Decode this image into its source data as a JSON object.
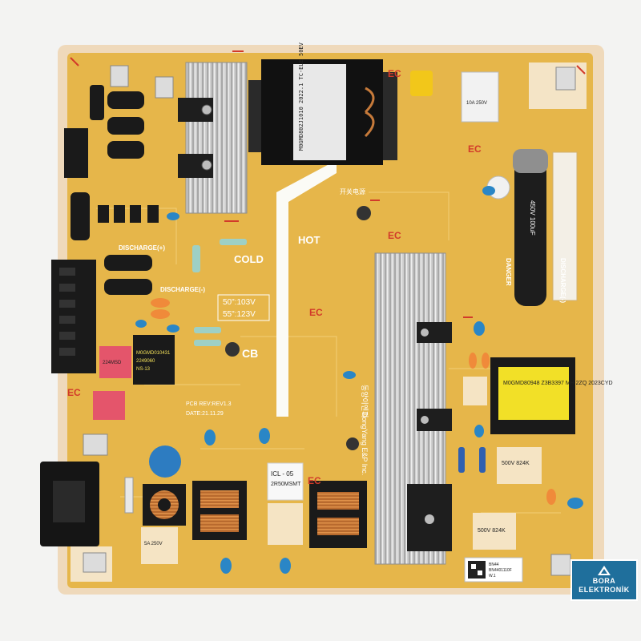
{
  "board": {
    "colors": {
      "pcb": "#e7b84d",
      "pcb_edge": "#f0dcc0",
      "heatsink": "#c7c7c7",
      "silkscreen": "#ffffff",
      "warning_red": "#d23a2a",
      "capacitor_blue": "#2a86c6",
      "label_yellow": "#f4e25a"
    },
    "silkscreen": {
      "cold": "COLD",
      "hot": "HOT",
      "cb": "CB",
      "discharge_plus": "DISCHARGE(+)",
      "discharge_minus": "DISCHARGE(-)",
      "discharge_vertical": "DISCHARGE(-)",
      "voltage_50": "50\":103V",
      "voltage_55": "55\":123V",
      "manufacturer": "DongYang E&P Inc.",
      "manufacturer_ko": "동양이엔피",
      "ec_mark": "EC",
      "pcb_rev": "PCB REV:REV1.3",
      "date": "DATE:21.11.29",
      "power_ko": "开关电源",
      "danger": "DANGER"
    },
    "component_labels": {
      "fuse_icl": "ICL - 05",
      "fuse_icl_part": "2R50MSMT",
      "transformer_text": "M0GMD802J1010 2022.1 TC-ELE 50EV",
      "inductor_text": "M0GMD80948 Z3B3397 MH 2ZQ 2023CYD",
      "cap_500v_1": "500V 824K",
      "cap_500v_2": "500V 824K",
      "cap_black_1": "450V 100uF",
      "qr_label_1": "BN44",
      "qr_label_2": "BN4401110F",
      "qr_label_3": "W.1",
      "red_cap_1": "224MSD",
      "yellow_label_1": "M0GMD010431",
      "yellow_label_2": "2249060",
      "yellow_label_3": "NS-13",
      "white_relay_1": "5A 250V",
      "white_relay_2": "10A 250V"
    },
    "watermark": {
      "line1": "BORA",
      "line2": "ELEKTRONİK"
    }
  }
}
